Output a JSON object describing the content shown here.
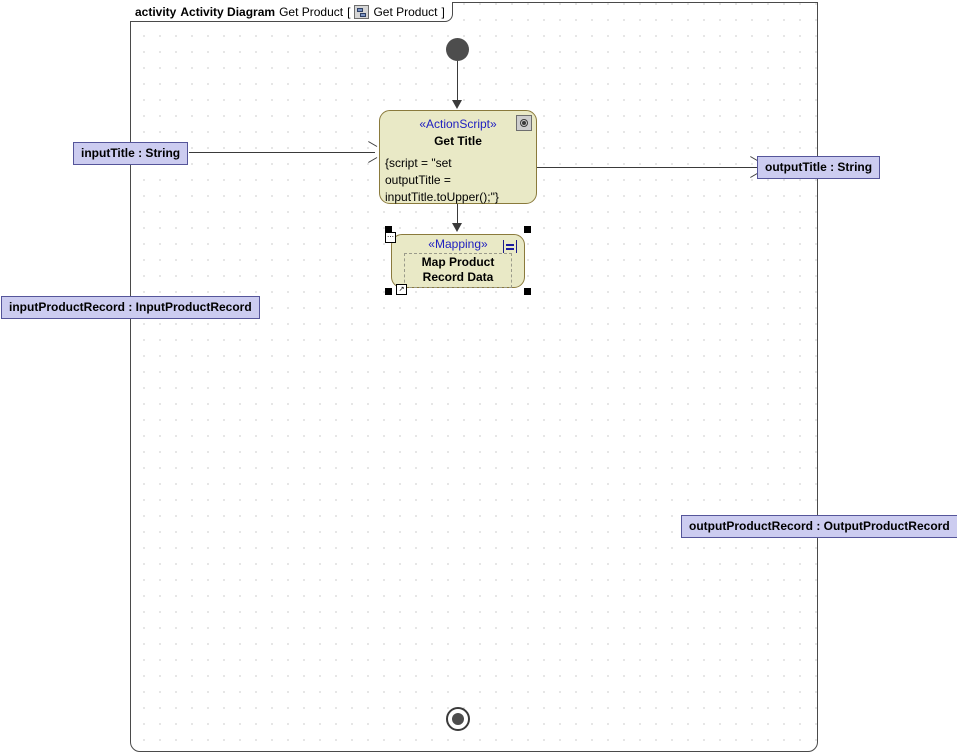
{
  "frame": {
    "keyword": "activity",
    "diagram_type": "Activity Diagram",
    "name": "Get Product",
    "bracket_open": "[",
    "bracket_close": "]",
    "context": "Get Product",
    "icon": "activity-diagram-icon"
  },
  "nodes": {
    "initial": {
      "name": "initial-node",
      "label": ""
    },
    "final": {
      "name": "activity-final-node",
      "label": ""
    },
    "get_title": {
      "stereotype": "«ActionScript»",
      "name": "Get Title",
      "body": "{script = \"set\noutputTitle =\ninputTitle.toUpper();\"}",
      "icon": "script-icon",
      "fill": "#e9e9c6",
      "border": "#8a7a3c"
    },
    "mapping": {
      "stereotype": "«Mapping»",
      "name_line1": "Map Product",
      "name_line2": "Record Data",
      "icon": "mapping-icon",
      "selected": true,
      "fill": "#e9e9c6",
      "border": "#8a7a3c"
    }
  },
  "parameters": [
    {
      "label": "inputTitle : String",
      "direction": "input"
    },
    {
      "label": "outputTitle : String",
      "direction": "output"
    },
    {
      "label": "inputProductRecord : InputProductRecord",
      "direction": "input"
    },
    {
      "label": "outputProductRecord : OutputProductRecord",
      "direction": "output"
    }
  ],
  "param_labels": {
    "input_title": "inputTitle : String",
    "output_title": "outputTitle : String",
    "input_product_record": "inputProductRecord : InputProductRecord",
    "output_product_record": "outputProductRecord : OutputProductRecord"
  },
  "colors": {
    "node_fill": "#e9e9c6",
    "node_border": "#8a7a3c",
    "param_fill": "#ccccf0",
    "param_border": "#55559a",
    "stereotype_text": "#2020c0",
    "edge": "#3a3a3a",
    "frame_border": "#4a4a4a",
    "grid_dot": "#9a9a9a"
  }
}
